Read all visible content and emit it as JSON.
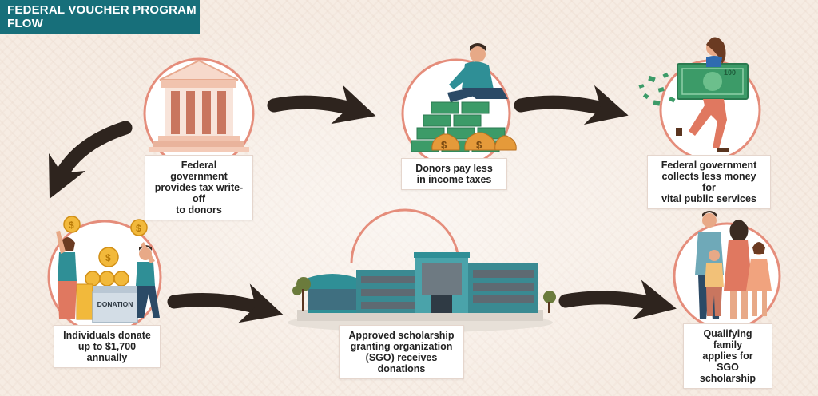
{
  "title": "FEDERAL VOUCHER PROGRAM FLOW",
  "colors": {
    "teal": "#176f7a",
    "salmon": "#e58d7b",
    "arrow": "#2e241e",
    "cash": "#3c9b68"
  },
  "steps": [
    {
      "lines": [
        "Federal government",
        "provides tax write-off",
        "to donors"
      ],
      "icon": "bank-building-icon"
    },
    {
      "lines": [
        "Donors pay less",
        "in income taxes"
      ],
      "icon": "money-pile-icon"
    },
    {
      "lines": [
        "Federal government",
        "collects less money for",
        "vital public services"
      ],
      "icon": "woman-carrying-banknote-icon"
    },
    {
      "lines": [
        "Individuals donate",
        "up to $1,700 annually"
      ],
      "icon": "donation-box-icon"
    },
    {
      "lines": [
        "Approved scholarship",
        "granting organization",
        "(SGO) receives donations"
      ],
      "icon": "school-building-icon"
    },
    {
      "lines": [
        "Qualifying family",
        "applies for SGO",
        "scholarship"
      ],
      "icon": "family-icon"
    }
  ],
  "labels": {
    "donation_box": "DONATION",
    "banknote": "100"
  }
}
